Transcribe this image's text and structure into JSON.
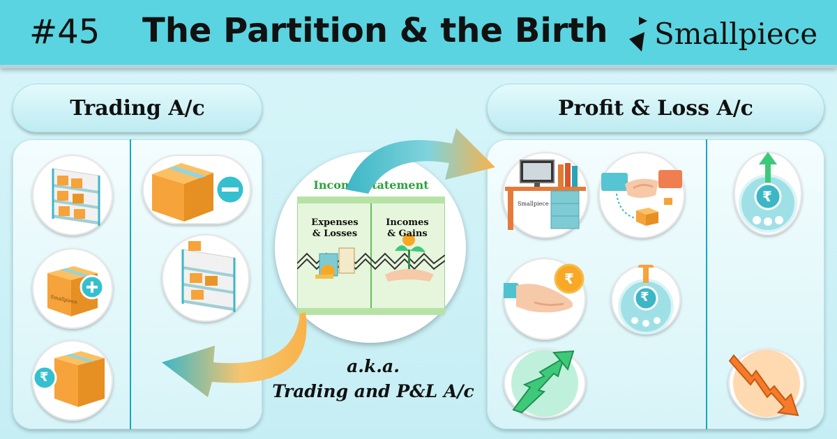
{
  "header": {
    "episode": "#45",
    "title": "The Partition & the Birth",
    "brand": "Smallpiece"
  },
  "sections": {
    "trading": "Trading A/c",
    "pl": "Profit & Loss A/c"
  },
  "center": {
    "ledger_title": "Income Statement",
    "left_col_line1": "Expenses",
    "left_col_line2": "& Losses",
    "right_col_line1": "Incomes",
    "right_col_line2": "& Gains",
    "aka_line1": "a.k.a.",
    "aka_line2": "Trading and P&L A/c"
  },
  "icons": {
    "box_label": "Smallpiece",
    "desk_label": "Smallpiece",
    "currency_symbol": "₹"
  },
  "colors": {
    "header_bg": "#5ad4e0",
    "accent_teal": "#12a8c1",
    "green_title": "#2aa33a",
    "box_orange": "#f5a33a",
    "arrow_orange": "#f9b24a"
  }
}
